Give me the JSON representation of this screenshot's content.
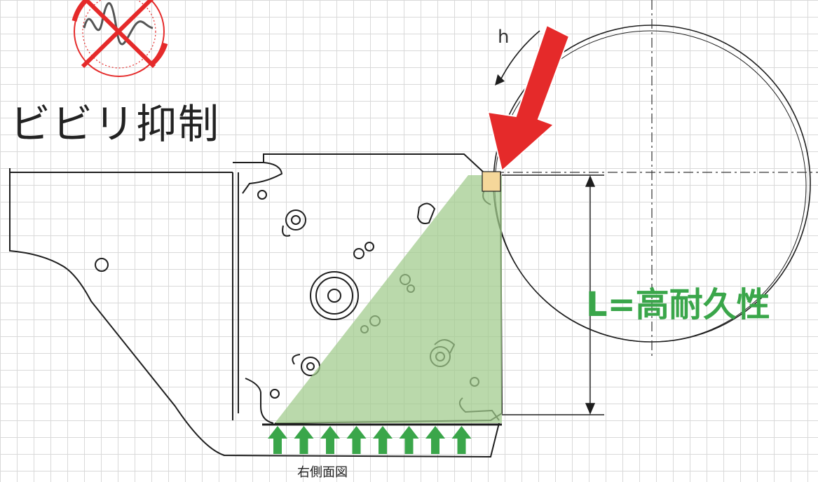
{
  "title": "ビビリ抑制",
  "h_label": "h",
  "l_label": "L=高耐久性",
  "caption": "右側面図",
  "colors": {
    "accent_red": "#e52a2a",
    "green_fill": "#9fca8a",
    "green_arrow": "#3aa64a",
    "insert_tip": "#f5d79a",
    "line": "#1e1e1e"
  },
  "icons": {
    "no_vibration": "vibration-crossed-out-icon",
    "load_arrow": "cutting-force-arrow-icon",
    "support_arrows": "support-reaction-arrow-icon"
  },
  "support_arrow_count": 8
}
